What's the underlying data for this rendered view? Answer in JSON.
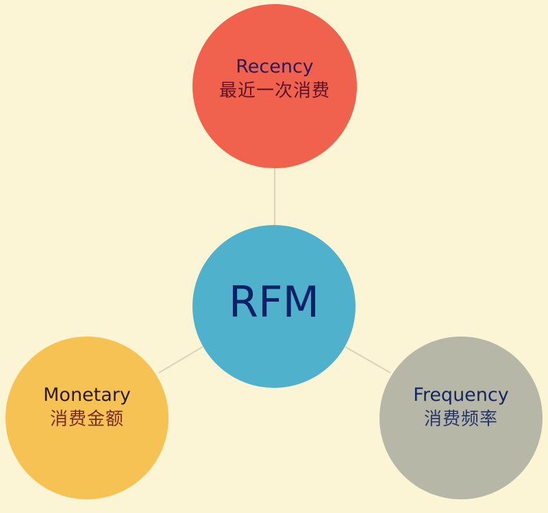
{
  "diagram": {
    "center": {
      "label": "RFM",
      "color": "#4fb1cc"
    },
    "nodes": [
      {
        "id": "recency",
        "label_en": "Recency",
        "label_zh": "最近一次消费",
        "color": "#f0624e"
      },
      {
        "id": "monetary",
        "label_en": "Monetary",
        "label_zh": "消费金额",
        "color": "#f6c253"
      },
      {
        "id": "frequency",
        "label_en": "Frequency",
        "label_zh": "消费频率",
        "color": "#b6b7a6"
      }
    ],
    "edges": [
      {
        "from": "RFM",
        "to": "recency"
      },
      {
        "from": "RFM",
        "to": "monetary"
      },
      {
        "from": "RFM",
        "to": "frequency"
      }
    ],
    "background": "#fbf5d6",
    "line_color": "#d9d3b8"
  }
}
